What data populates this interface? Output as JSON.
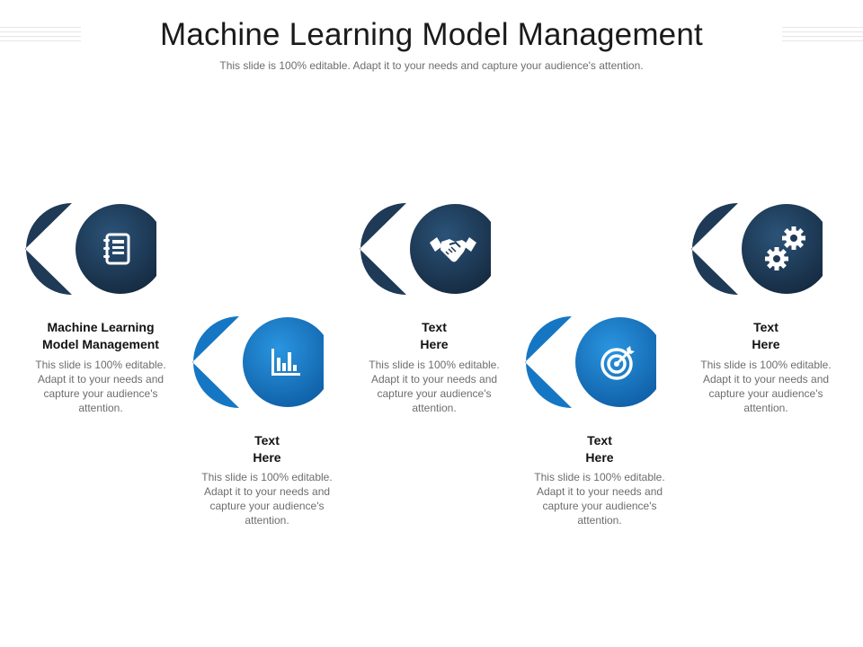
{
  "slide": {
    "title": "Machine Learning Model Management",
    "subtitle": "This slide is 100% editable. Adapt it to your needs and capture your audience's attention."
  },
  "items": [
    {
      "label_line1": "Machine Learning",
      "label_line2": "Model Management",
      "desc": "This slide is 100% editable. Adapt it to your needs and capture your audience's attention.",
      "icon": "notebook-icon",
      "color": "#1e3a57"
    },
    {
      "label_line1": "Text",
      "label_line2": "Here",
      "desc": "This slide is 100% editable. Adapt it to your needs and capture your audience's attention.",
      "icon": "bar-chart-icon",
      "color": "#1577c4"
    },
    {
      "label_line1": "Text",
      "label_line2": "Here",
      "desc": "This slide is 100% editable. Adapt it to your needs and capture your audience's attention.",
      "icon": "handshake-icon",
      "color": "#1e3a57"
    },
    {
      "label_line1": "Text",
      "label_line2": "Here",
      "desc": "This slide is 100% editable. Adapt it to your needs and capture your audience's attention.",
      "icon": "target-icon",
      "color": "#1577c4"
    },
    {
      "label_line1": "Text",
      "label_line2": "Here",
      "desc": "This slide is 100% editable. Adapt it to your needs and capture your audience's attention.",
      "icon": "gears-icon",
      "color": "#1e3a57"
    }
  ]
}
